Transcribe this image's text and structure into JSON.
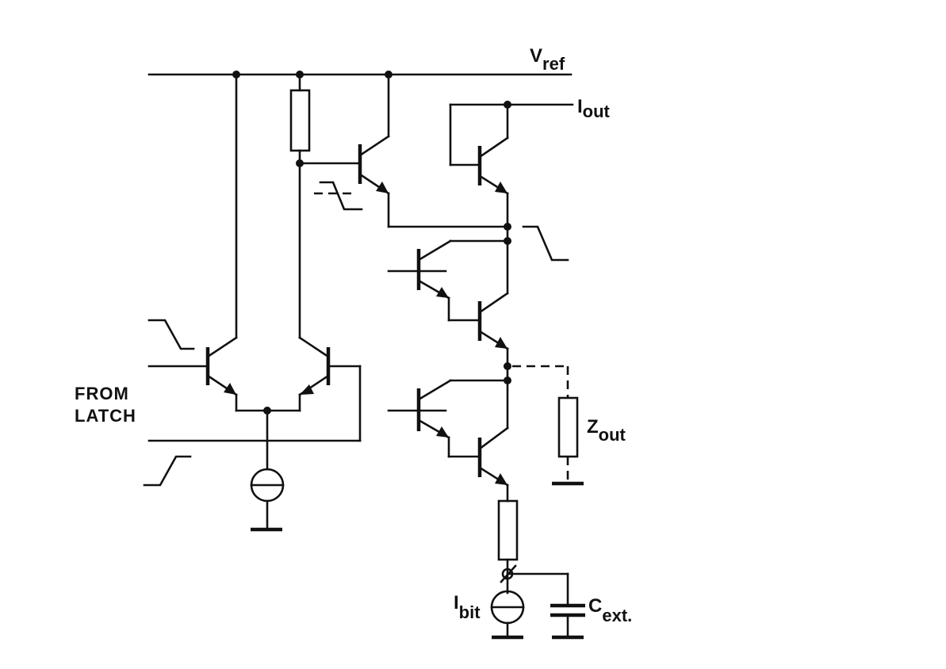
{
  "labels": {
    "vref": {
      "main": "V",
      "sub": "ref"
    },
    "iout": {
      "main": "I",
      "sub": "out"
    },
    "zout": {
      "main": "Z",
      "sub": "out"
    },
    "ibit": {
      "main": "I",
      "sub": "bit"
    },
    "cext": {
      "main": "C",
      "sub": "ext."
    },
    "from_latch_line1": "FROM",
    "from_latch_line2": "LATCH"
  }
}
